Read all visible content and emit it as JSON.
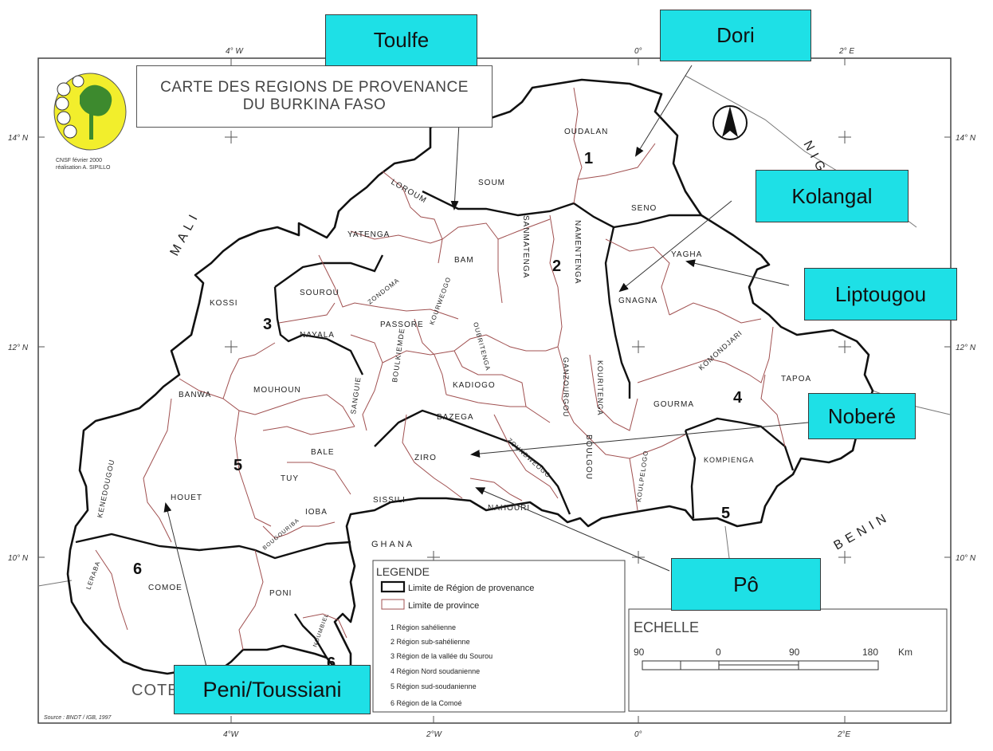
{
  "title": {
    "line1": "CARTE DES REGIONS DE PROVENANCE",
    "line2": "DU BURKINA FASO"
  },
  "credit": {
    "line1": "CNSF février 2000",
    "line2": "réalisation A. SIPILLO"
  },
  "source": "Source : BNDT / IGB, 1997",
  "grid": {
    "lon_top": [
      "4° W",
      "0°",
      "2° E"
    ],
    "lon_bottom": [
      "4°W",
      "2°W",
      "0°",
      "2°E"
    ],
    "lat_left": [
      "14° N",
      "12° N",
      "10° N"
    ],
    "lat_right": [
      "14° N",
      "12° N",
      "10° N"
    ]
  },
  "countries": {
    "mali": "MALI",
    "niger": "NIGER",
    "benin": "BENIN",
    "ghana": "GHANA",
    "cote": "COTE"
  },
  "regions": {
    "r1": "1",
    "r2": "2",
    "r3": "3",
    "r4": "4",
    "r5a": "5",
    "r5b": "5",
    "r6a": "6",
    "r6b": "6"
  },
  "provinces": {
    "oudalan": "OUDALAN",
    "soum": "SOUM",
    "seno": "SENO",
    "loroum": "LOROUM",
    "yatenga": "YATENGA",
    "bam": "BAM",
    "sanmatenga": "SANMATENGA",
    "namentenga": "NAMENTENGA",
    "yagha": "YAGHA",
    "gnagna": "GNAGNA",
    "komondjari": "KOMONDJARI",
    "kossi": "KOSSI",
    "sourou": "SOUROU",
    "zondoma": "ZONDOMA",
    "nayala": "NAYALA",
    "passore": "PASSORE",
    "oubritenga": "OUBRITENGA",
    "kourweogo": "KOURWEOGO",
    "boulkiemde": "BOULKIEMDE",
    "sanguie": "SANGUIE",
    "kadiogo": "KADIOGO",
    "ganzourgou": "GANZOURGOU",
    "kouritenga": "KOURITENGA",
    "tapoa": "TAPOA",
    "gourma": "GOURMA",
    "banwa": "BANWA",
    "mouhoun": "MOUHOUN",
    "bazega": "BAZEGA",
    "bale": "BALE",
    "tuy": "TUY",
    "ziro": "ZIRO",
    "zoundweogo": "ZOUNDWEOGO",
    "boulgou": "BOULGOU",
    "koulpelogo": "KOULPELOGO",
    "kompienga": "KOMPIENGA",
    "kenedougou": "KENEDOUGOU",
    "houet": "HOUET",
    "ioba": "IOBA",
    "sissili": "SISSILI",
    "nahouri": "NAHOURI",
    "bougouriba": "BOUGOURIBA",
    "leraba": "LERABA",
    "comoe": "COMOE",
    "poni": "PONI",
    "noumbiel": "NOUMBIEL"
  },
  "legend": {
    "title": "LEGENDE",
    "region_limit": "Limite de Région de provenance",
    "province_limit": "Limite de province",
    "items": [
      "1 Région sahélienne",
      "2 Région sub-sahélienne",
      "3 Région de la vallée du Sourou",
      "4 Région Nord soudanienne",
      "5 Région sud-soudanienne",
      "6 Région de la Comoé"
    ]
  },
  "scale": {
    "title": "ECHELLE",
    "ticks": [
      "90",
      "0",
      "90",
      "180"
    ],
    "unit": "Km"
  },
  "callouts": {
    "toulfe": "Toulfe",
    "dori": "Dori",
    "kolangal": "Kolangal",
    "liptougou": "Liptougou",
    "nobere": "Noberé",
    "po": "Pô",
    "peni": "Peni/Toussiani"
  },
  "colors": {
    "callout_fill": "#1ee0e6",
    "region_border": "#111111",
    "province_border": "#a05050",
    "logo_yellow": "#f2ee2c",
    "logo_green": "#3d8a2e"
  }
}
